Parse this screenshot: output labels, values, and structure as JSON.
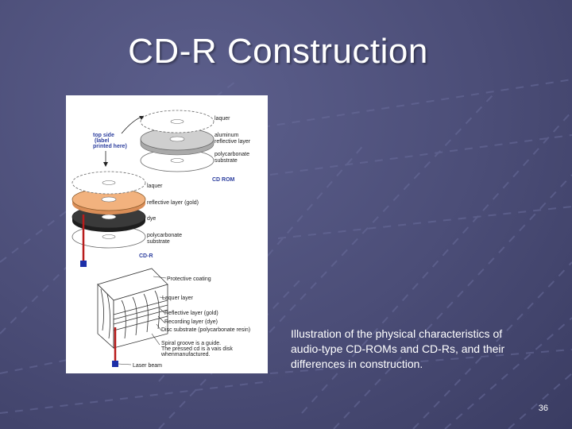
{
  "slide": {
    "title": "CD-R Construction",
    "caption": "Illustration of the physical characteristics of audio-type CD-ROMs and CD-Rs, and their differences in construction.",
    "page_number": "36"
  },
  "figure": {
    "top_side_label": [
      "top side",
      "(label",
      "printed here)"
    ],
    "cdrom": {
      "layers": [
        {
          "label": "laquer"
        },
        {
          "label": "aluminum",
          "label2": "reflective layer"
        },
        {
          "label": "polycarbonate",
          "label2": "substrate"
        }
      ],
      "caption": "CD ROM"
    },
    "cdr": {
      "layers": [
        {
          "label": "laquer"
        },
        {
          "label": "reflective layer (gold)"
        },
        {
          "label": "dye"
        },
        {
          "label": "polycarbonate",
          "label2": "substrate"
        }
      ],
      "caption": "CD-R"
    },
    "cross_section": {
      "labels": [
        "Protective coating",
        "Laquer layer",
        "Reflective layer (gold)",
        "Recording layer (dye)",
        "Disc substrate (polycarbonate resin)",
        "Spiral groove is a guide.",
        "The pressed cd is a vais disk",
        "whenmanufactured.",
        "Laser beam"
      ]
    },
    "colors": {
      "gold_layer": "#f2b27e",
      "dye_layer": "#3a3a3a",
      "aluminum_layer": "#cfcfcf",
      "laser": "#b81c1c",
      "laser_head": "#1d2fa8"
    }
  }
}
